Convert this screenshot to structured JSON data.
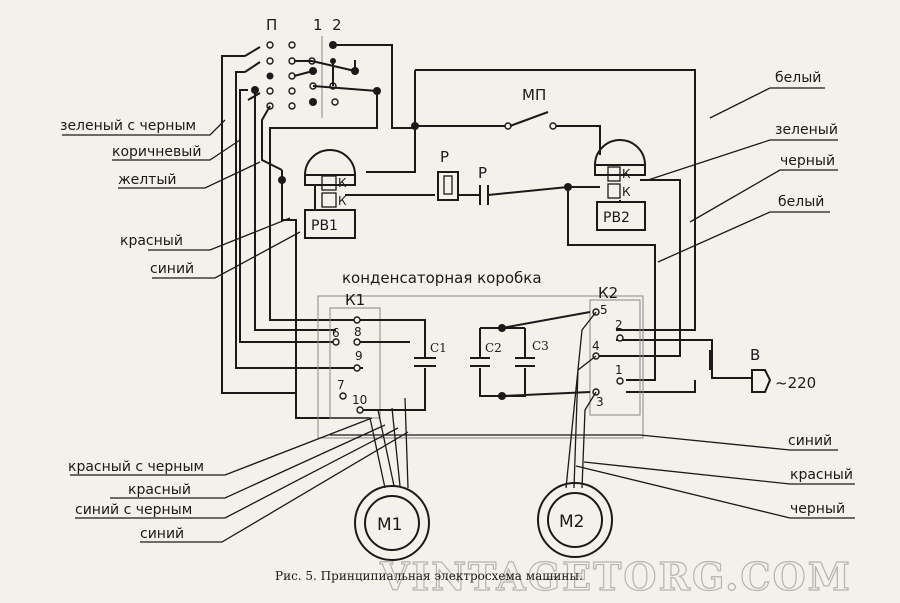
{
  "switch": {
    "label": "П",
    "col1": "1",
    "col2": "2"
  },
  "relays": {
    "rv1": "РВ1",
    "rv2": "РВ2",
    "contact": "К",
    "p1": "Р",
    "p2": "Р",
    "mp": "МП"
  },
  "box": {
    "title": "конденсаторная коробка",
    "k1": "К1",
    "k2": "К2"
  },
  "capacitors": {
    "c1": "С1",
    "c2": "С2",
    "c3": "С3"
  },
  "k1_terminals": {
    "t6": "6",
    "t8": "8",
    "t9": "9",
    "t7": "7",
    "t10": "10"
  },
  "k2_terminals": {
    "t5": "5",
    "t2": "2",
    "t4": "4",
    "t1": "1",
    "t3": "3"
  },
  "plug": {
    "label": "В",
    "voltage": "~220"
  },
  "motors": {
    "m1": "М1",
    "m2": "М2"
  },
  "wires_left": {
    "w1": "зеленый с черным",
    "w2": "коричневый",
    "w3": "желтый",
    "w4": "красный",
    "w5": "синий",
    "w6": "красный с черным",
    "w7": "красный",
    "w8": "синий с черным",
    "w9": "синий"
  },
  "wires_right": {
    "w1": "белый",
    "w2": "зеленый",
    "w3": "черный",
    "w4": "белый",
    "w5": "синий",
    "w6": "красный",
    "w7": "черный"
  },
  "caption": "Рис. 5. Принципиальная электросхема машины.",
  "watermark": "VINTAGETORG.COM"
}
